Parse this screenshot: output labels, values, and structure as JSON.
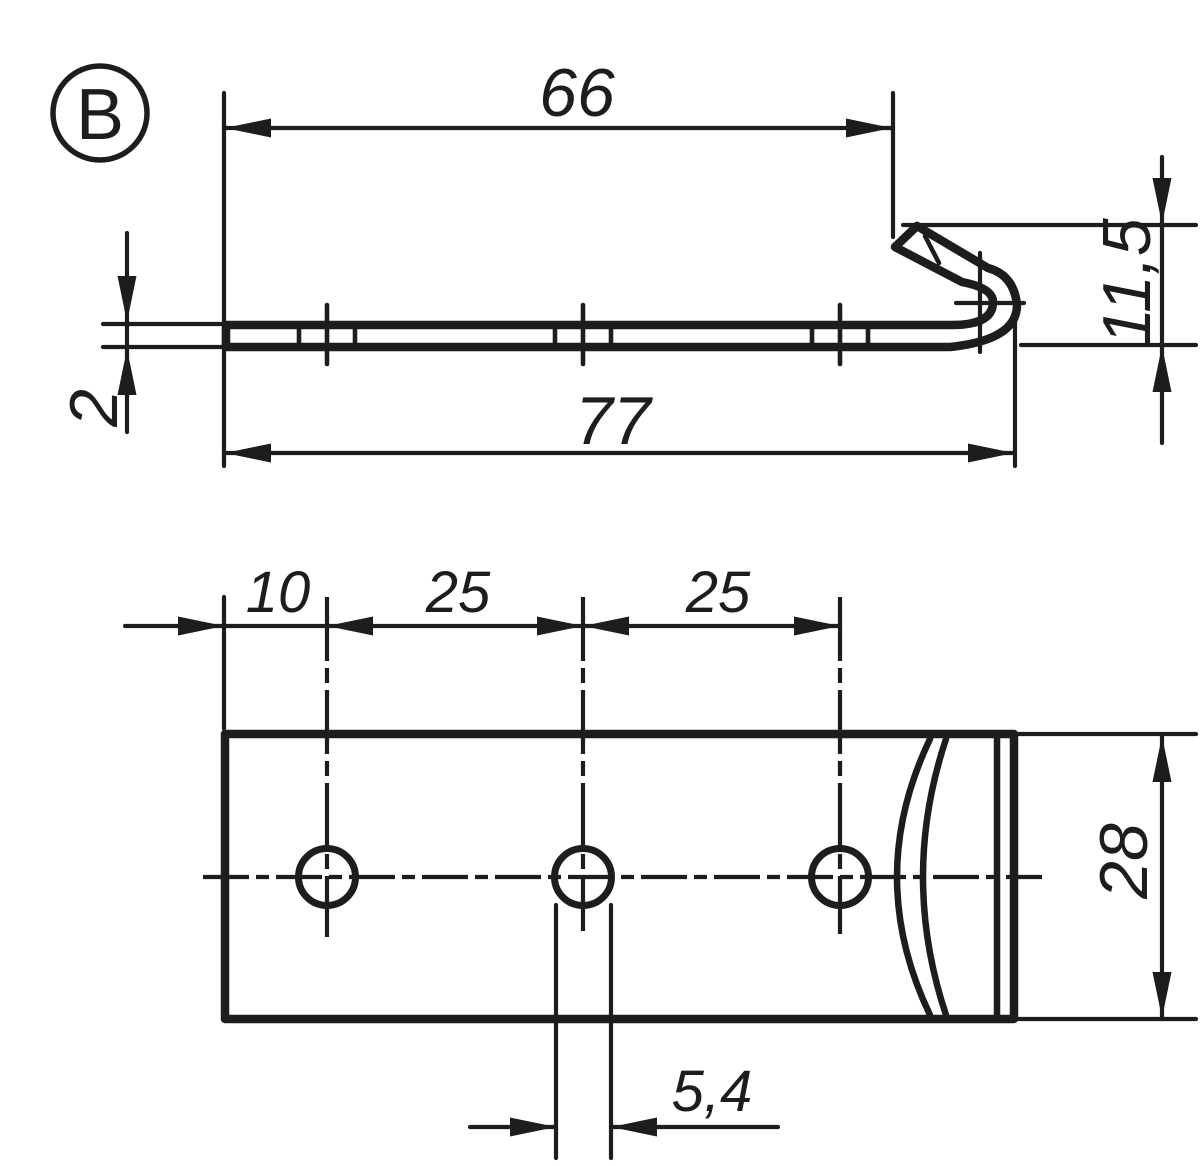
{
  "drawing": {
    "view_label": "B",
    "colors": {
      "line": "#1d1d1b",
      "background": "#ffffff"
    },
    "side_view": {
      "dim_hook_length": "66",
      "dim_overall_length": "77",
      "dim_thickness": "2",
      "dim_hook_height": "11,5"
    },
    "plan_view": {
      "dim_edge_to_first_hole": "10",
      "dim_hole_pitch_1": "25",
      "dim_hole_pitch_2": "25",
      "dim_plate_width": "28",
      "dim_hole_diameter": "5,4"
    }
  }
}
